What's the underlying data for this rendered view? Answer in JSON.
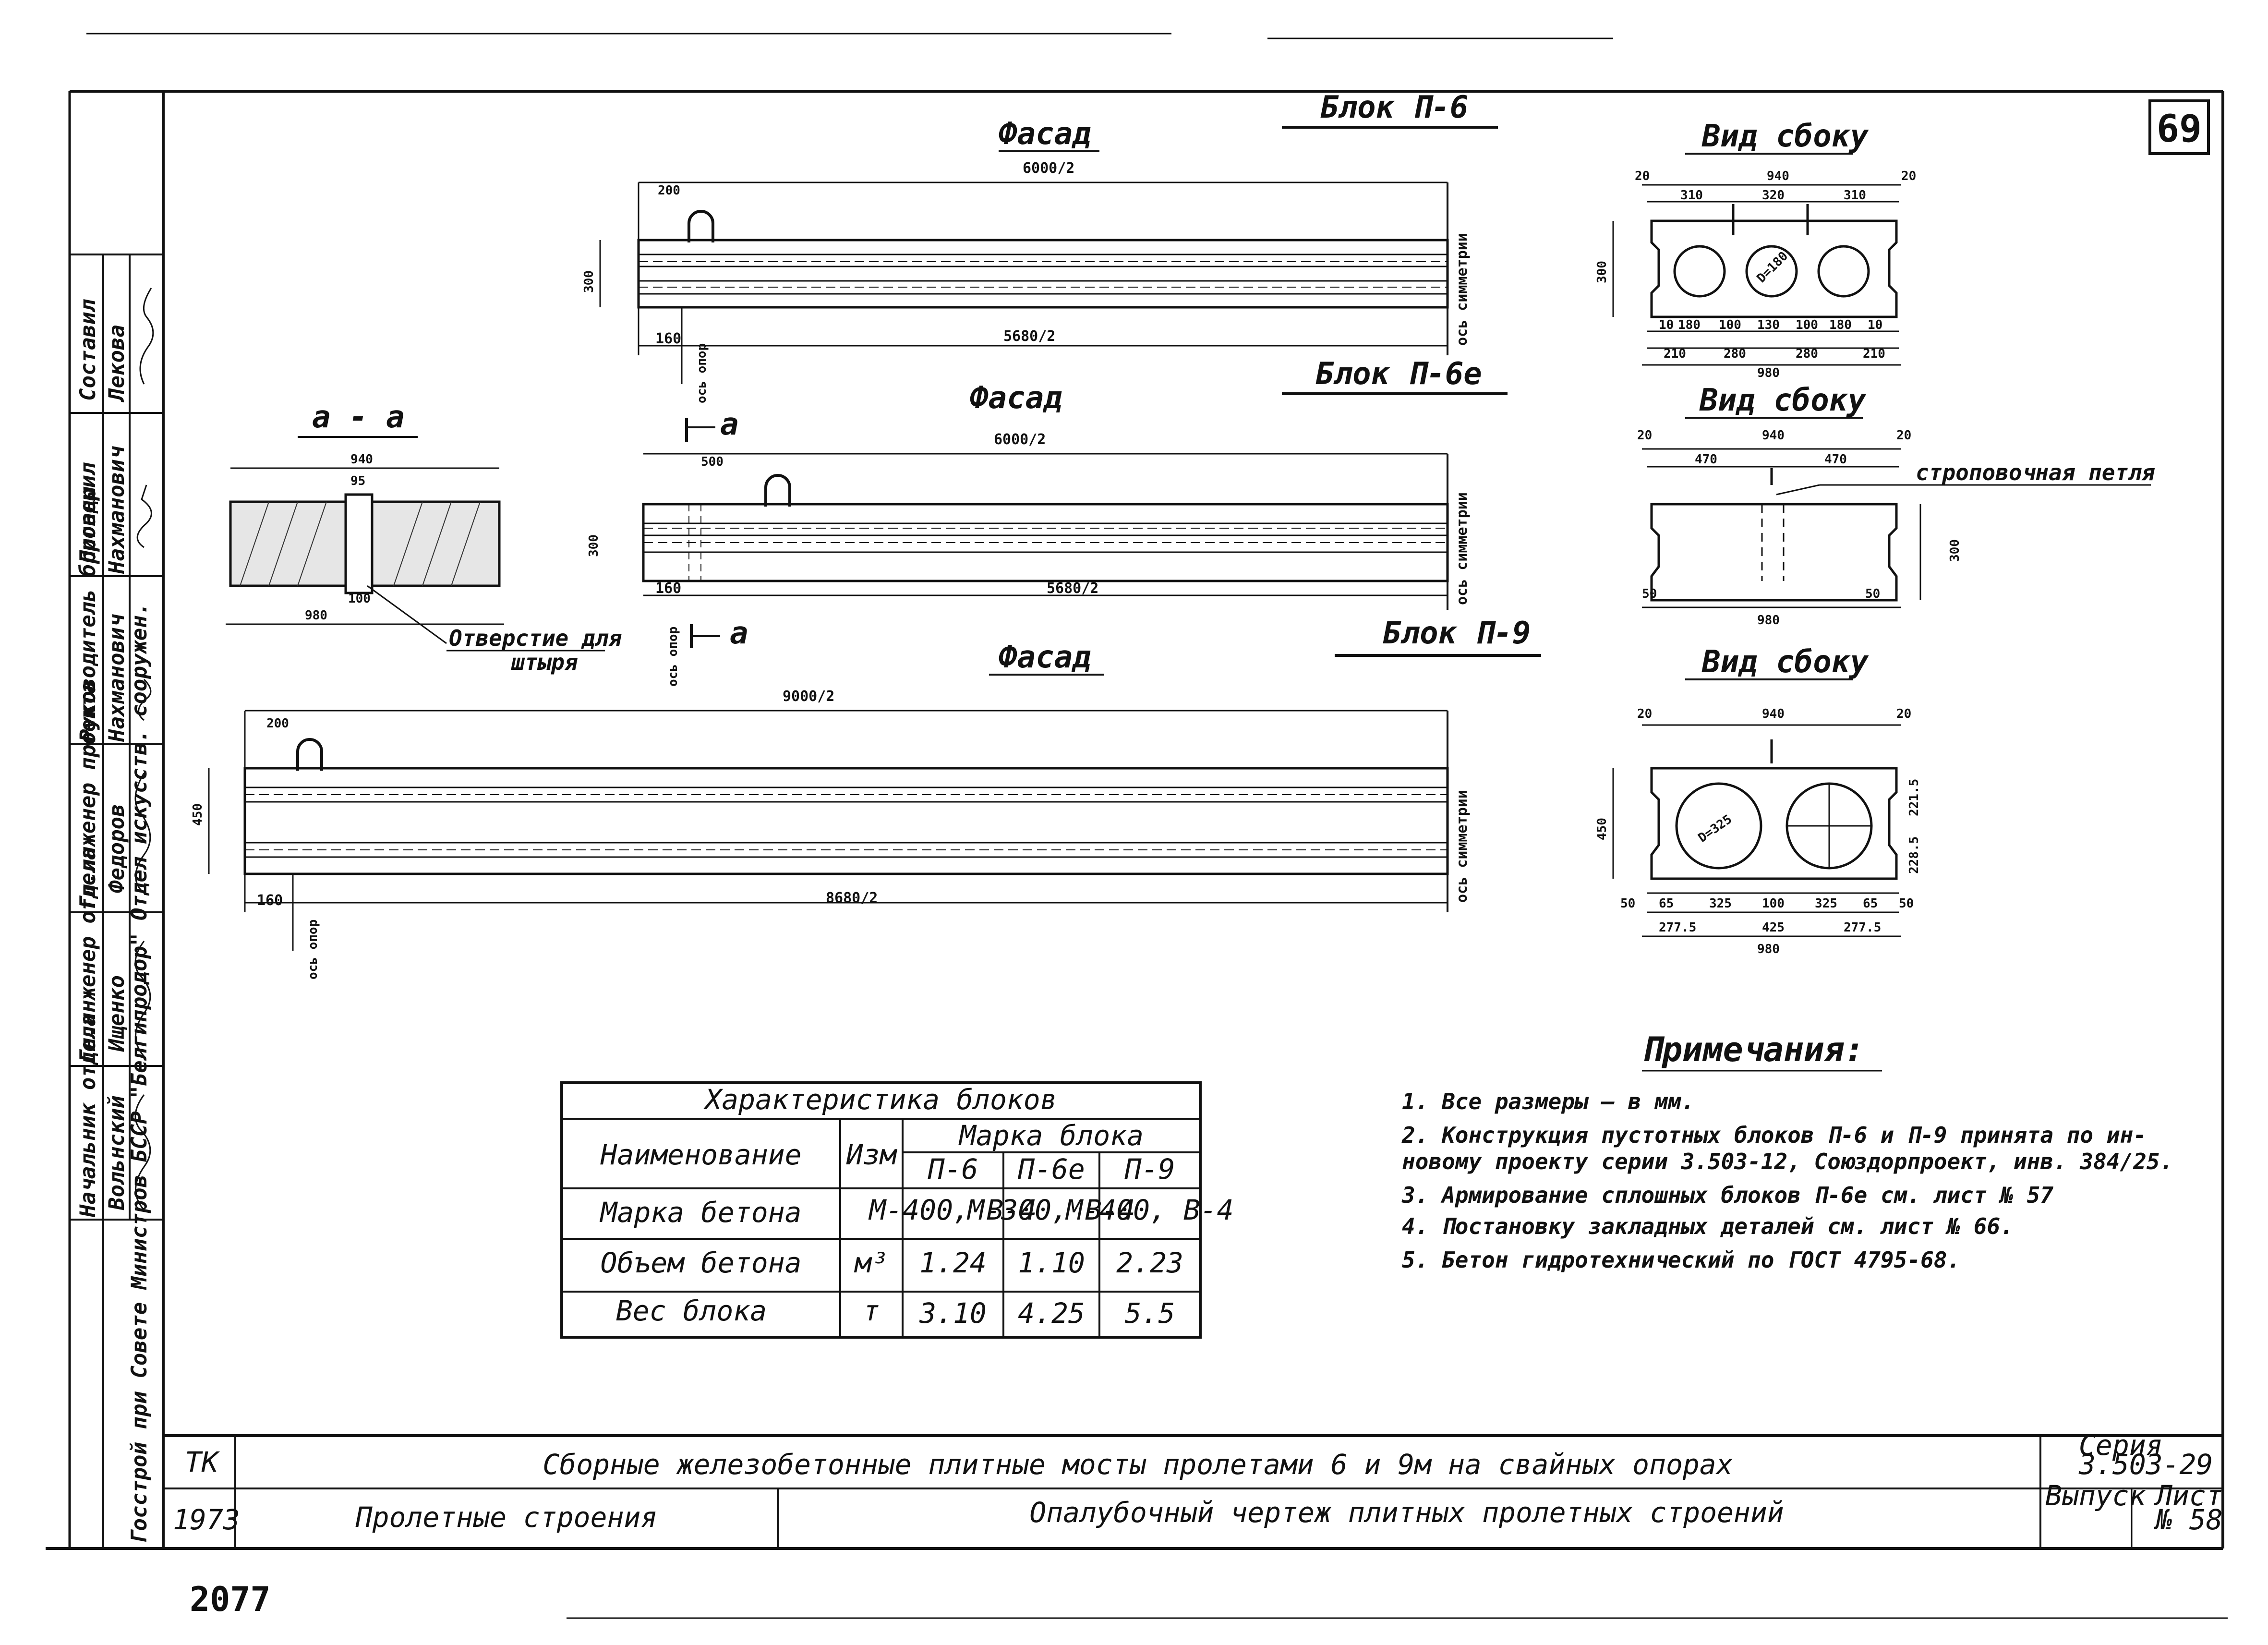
{
  "sheet": {
    "page_number": "69",
    "stamp_number": "2077"
  },
  "left_stamp": {
    "rows": [
      {
        "role": "Составил",
        "name": "Лекова"
      },
      {
        "role": "Проверил",
        "name": "Нахманович"
      },
      {
        "role": "Руководитель бригады",
        "name": "Нахманович"
      },
      {
        "role": "Гл.инженер проекта",
        "name": "Федоров"
      },
      {
        "role": "Гл.инженер отдела",
        "name": "Ищенко"
      },
      {
        "role": "Начальник отдела",
        "name": "Вольнский"
      }
    ],
    "organization": "Госстрой при Совете Министров БССР \"Белгипродор\" Отдел искусств. сооружен."
  },
  "views": {
    "p6_title": "Блок П-6",
    "p6e_title": "Блок П-6е",
    "p9_title": "Блок П-9",
    "facade": "Фасад",
    "side_view": "Вид сбоку",
    "section_aa": "а - а",
    "section_mark": "а",
    "symmetry_axis": "ось симметрии",
    "support_axis": "ось опор",
    "hole_label": "Отверстие для штыря",
    "sling_label": "строповочная петля"
  },
  "dims": {
    "p6_len": "6000/2",
    "p6_inner": "5680/2",
    "p9_len": "9000/2",
    "p9_inner": "8680/2",
    "d160": "160",
    "d200": "200",
    "d500": "500",
    "d300": "300",
    "d450": "450",
    "d940": "940",
    "d980": "980",
    "d95": "95",
    "d100": "100",
    "d20": "20",
    "p6_top": [
      "310",
      "320",
      "310"
    ],
    "p6_bot1": [
      "10",
      "180",
      "100",
      "130",
      "100",
      "180",
      "10"
    ],
    "p6_bot2": [
      "210",
      "280",
      "280",
      "210"
    ],
    "p6_dia": "D=180",
    "p6e_top": [
      "470",
      "470"
    ],
    "p9_bot1": [
      "65",
      "325",
      "100",
      "325",
      "65"
    ],
    "p9_bot2": [
      "277.5",
      "425",
      "277.5"
    ],
    "p9_dia": "D=325",
    "p9_right": [
      "221.5",
      "228.5"
    ],
    "d50": "50"
  },
  "table": {
    "title": "Характеристика блоков",
    "col_name": "Наименование",
    "col_unit": "Изм",
    "col_group": "Марка блока",
    "marks": [
      "П-6",
      "П-6е",
      "П-9"
    ],
    "rows": [
      {
        "name": "Марка бетона",
        "unit": "",
        "values": [
          "М-400, В-4",
          "М-300, В-4",
          "М-400, В-4"
        ]
      },
      {
        "name": "Объем бетона",
        "unit": "м³",
        "values": [
          "1.24",
          "1.10",
          "2.23"
        ]
      },
      {
        "name": "Вес блока",
        "unit": "т",
        "values": [
          "3.10",
          "4.25",
          "5.5"
        ]
      }
    ]
  },
  "notes": {
    "title": "Примечания:",
    "items": [
      "1. Все размеры – в мм.",
      "2. Конструкция пустотных блоков П-6 и П-9 принята по ин-",
      "    новому проекту серии 3.503-12, Союздорпроект, инв. 384/25.",
      "3. Армирование сплошных блоков П-6е см. лист № 57",
      "4. Постановку закладных деталей см. лист № 66.",
      "5. Бетон гидротехнический по ГОСТ 4795-68."
    ]
  },
  "title_block": {
    "code": "ТК",
    "year": "1973",
    "main_title": "Сборные железобетонные плитные мосты пролетами 6 и 9м на свайных опорах",
    "subtitle_left": "Пролетные строения",
    "subtitle_right": "Опалубочный чертеж плитных пролетных строений",
    "series_label": "Серия",
    "series": "3.503-29",
    "issue_label": "Выпуск",
    "sheet_label": "Лист",
    "sheet_no": "№ 58"
  }
}
